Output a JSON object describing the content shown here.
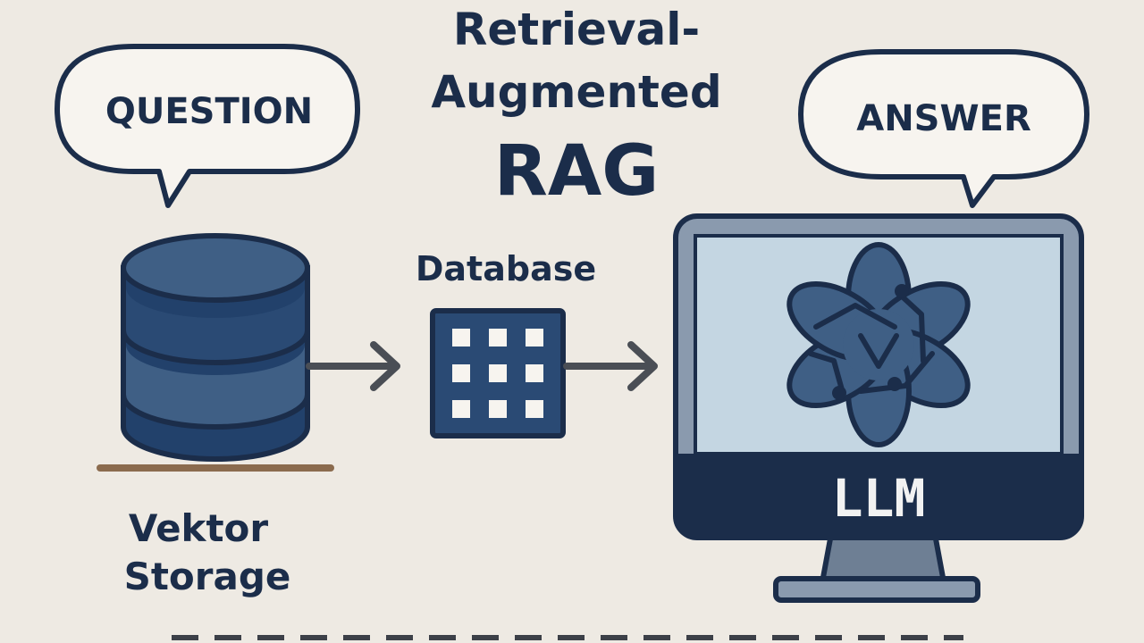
{
  "title": {
    "line1": "Retrieval-",
    "line2": "Augmented",
    "line3": "RAG"
  },
  "bubbles": {
    "question": "QUESTION",
    "answer": "ANSWER"
  },
  "labels": {
    "database": "Database",
    "vektor_line1": "Vektor",
    "vektor_line2": "Storage",
    "llm": "LLM"
  },
  "icons": {
    "vector_store": "cylinder-database-icon",
    "database": "grid-database-icon",
    "llm_logo": "knot-logo-icon",
    "arrow": "arrow-right-icon"
  },
  "colors": {
    "background": "#EEEAE3",
    "navy": "#1B2D4A",
    "blue": "#3F5F85",
    "screen": "#C4D6E2",
    "monitor_bezel": "#8A9AAE",
    "arrow": "#4A4E55",
    "ground": "#8B6B4E"
  }
}
